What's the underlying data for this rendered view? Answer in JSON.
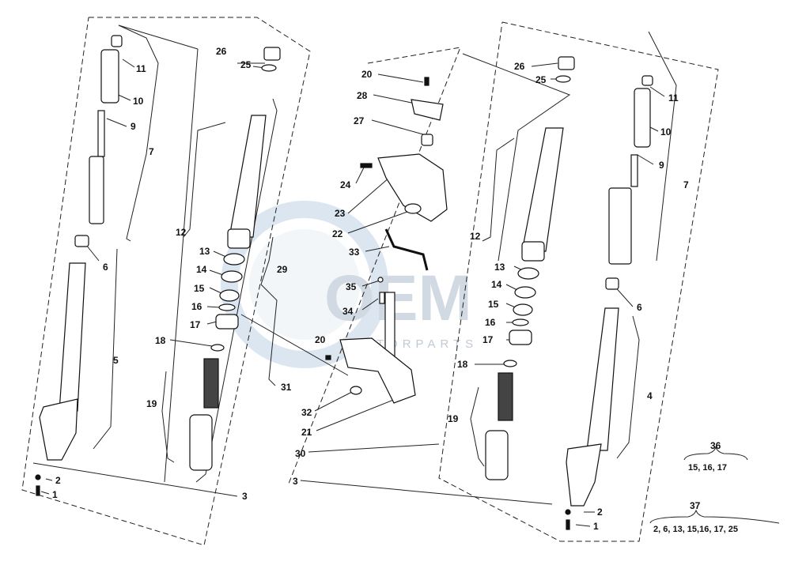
{
  "diagram": {
    "watermark": {
      "brand": "OEM",
      "tagline": "MOTORPARTS"
    },
    "callouts": [
      {
        "id": "c11a",
        "text": "11"
      },
      {
        "id": "c10a",
        "text": "10"
      },
      {
        "id": "c9a",
        "text": "9"
      },
      {
        "id": "c7a",
        "text": "7"
      },
      {
        "id": "c6a",
        "text": "6"
      },
      {
        "id": "c5",
        "text": "5"
      },
      {
        "id": "c2a",
        "text": "2"
      },
      {
        "id": "c1a",
        "text": "1"
      },
      {
        "id": "c3a",
        "text": "3"
      },
      {
        "id": "c26a",
        "text": "26"
      },
      {
        "id": "c25a",
        "text": "25"
      },
      {
        "id": "c12a",
        "text": "12"
      },
      {
        "id": "c13a",
        "text": "13"
      },
      {
        "id": "c14a",
        "text": "14"
      },
      {
        "id": "c15a",
        "text": "15"
      },
      {
        "id": "c16a",
        "text": "16"
      },
      {
        "id": "c17a",
        "text": "17"
      },
      {
        "id": "c18a",
        "text": "18"
      },
      {
        "id": "c19a",
        "text": "19"
      },
      {
        "id": "c29",
        "text": "29"
      },
      {
        "id": "c31",
        "text": "31"
      },
      {
        "id": "c20a",
        "text": "20"
      },
      {
        "id": "c28",
        "text": "28"
      },
      {
        "id": "c27",
        "text": "27"
      },
      {
        "id": "c24",
        "text": "24"
      },
      {
        "id": "c23",
        "text": "23"
      },
      {
        "id": "c22",
        "text": "22"
      },
      {
        "id": "c33",
        "text": "33"
      },
      {
        "id": "c35",
        "text": "35"
      },
      {
        "id": "c34",
        "text": "34"
      },
      {
        "id": "c20b",
        "text": "20"
      },
      {
        "id": "c32",
        "text": "32"
      },
      {
        "id": "c21",
        "text": "21"
      },
      {
        "id": "c30",
        "text": "30"
      },
      {
        "id": "c3b",
        "text": "3"
      },
      {
        "id": "c26b",
        "text": "26"
      },
      {
        "id": "c25b",
        "text": "25"
      },
      {
        "id": "c11b",
        "text": "11"
      },
      {
        "id": "c10b",
        "text": "10"
      },
      {
        "id": "c9b",
        "text": "9"
      },
      {
        "id": "c7b",
        "text": "7"
      },
      {
        "id": "c12b",
        "text": "12"
      },
      {
        "id": "c13b",
        "text": "13"
      },
      {
        "id": "c14b",
        "text": "14"
      },
      {
        "id": "c15b",
        "text": "15"
      },
      {
        "id": "c16b",
        "text": "16"
      },
      {
        "id": "c17b",
        "text": "17"
      },
      {
        "id": "c18b",
        "text": "18"
      },
      {
        "id": "c19b",
        "text": "19"
      },
      {
        "id": "c6b",
        "text": "6"
      },
      {
        "id": "c4",
        "text": "4"
      },
      {
        "id": "c2b",
        "text": "2"
      },
      {
        "id": "c1b",
        "text": "1"
      }
    ],
    "kits": [
      {
        "number": "36",
        "contents": "15, 16, 17"
      },
      {
        "number": "37",
        "contents": "2, 6, 13, 15,16, 17, 25"
      }
    ]
  }
}
